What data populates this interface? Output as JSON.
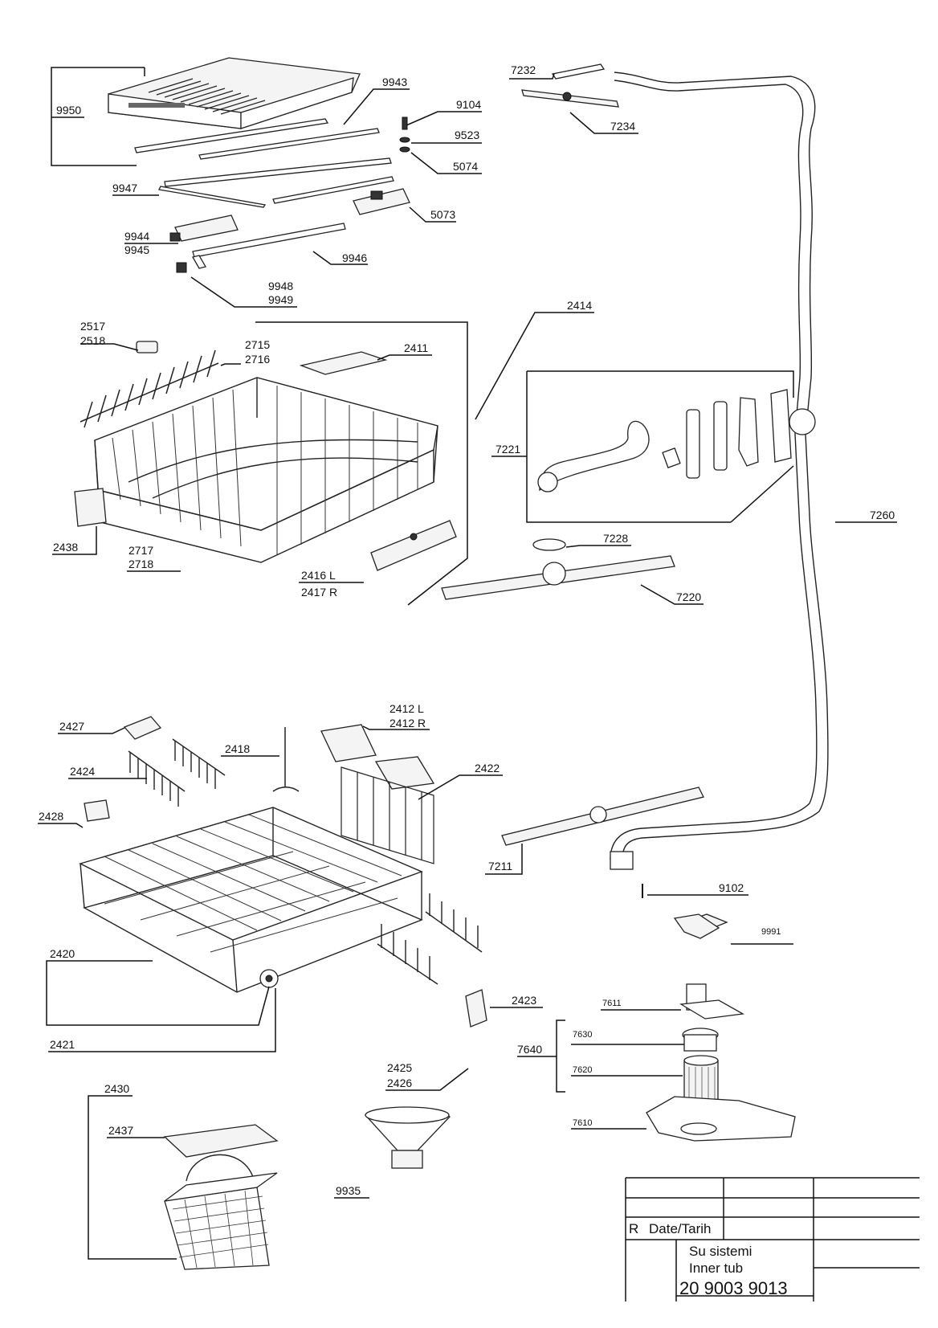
{
  "callouts": {
    "c9950": "9950",
    "c9943": "9943",
    "c9104": "9104",
    "c9523": "9523",
    "c5074": "5074",
    "c9947": "9947",
    "c5073": "5073",
    "c9944": "9944",
    "c9945": "9945",
    "c9946": "9946",
    "c9948": "9948",
    "c9949": "9949",
    "c7232": "7232",
    "c7234": "7234",
    "c2414": "2414",
    "c2517": "2517",
    "c2518": "2518",
    "c2715": "2715",
    "c2716": "2716",
    "c2411": "2411",
    "c2438": "2438",
    "c2717": "2717",
    "c2718": "2718",
    "c2416": "2416 L",
    "c2417": "2417 R",
    "c7221": "7221",
    "c7260": "7260",
    "c7228": "7228",
    "c7220": "7220",
    "c2427": "2427",
    "c2412": "2412 L",
    "c2412r": "2412 R",
    "c2418": "2418",
    "c2424": "2424",
    "c2422": "2422",
    "c2428": "2428",
    "c7211": "7211",
    "c9102": "9102",
    "c9991": "9991",
    "c2420": "2420",
    "c2423": "2423",
    "c7611": "7611",
    "c7630": "7630",
    "c7640": "7640",
    "c2421": "2421",
    "c2425": "2425",
    "c2426": "2426",
    "c7620": "7620",
    "c2430": "2430",
    "c2437": "2437",
    "c7610": "7610",
    "c9935": "9935"
  },
  "title_block": {
    "revision_label": "R",
    "date_label": "Date/Tarih",
    "name_tr": "Su sistemi",
    "name_en": "Inner tub",
    "drawing_number": "20 9003 9013"
  }
}
